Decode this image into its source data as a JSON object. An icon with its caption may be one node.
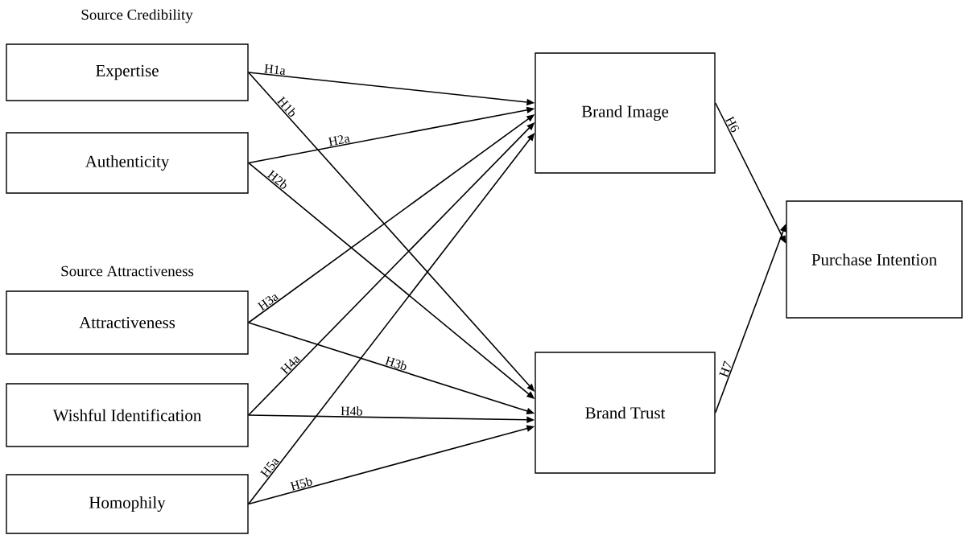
{
  "diagram": {
    "nodes": [
      {
        "text": [
          "Expertise"
        ]
      },
      {
        "text": [
          "Authenticity"
        ]
      },
      {
        "text": [
          "Attractiveness"
        ]
      },
      {
        "text": [
          "Wishful Identification"
        ]
      },
      {
        "text": [
          "Homophily"
        ]
      },
      {
        "text": [
          "Brand Image"
        ]
      },
      {
        "text": [
          "Brand Trust"
        ]
      },
      {
        "text": [
          "Purchase Intention"
        ]
      }
    ],
    "edges": [
      {
        "from": 0,
        "to": 5,
        "arrow": "to",
        "label": "H1a"
      },
      {
        "from": 0,
        "to": 6,
        "arrow": "to",
        "label": "H1b"
      },
      {
        "from": 1,
        "to": 5,
        "arrow": "to",
        "label": "H2a"
      },
      {
        "from": 1,
        "to": 6,
        "arrow": "to",
        "label": "H2b"
      },
      {
        "from": 2,
        "to": 5,
        "arrow": "to",
        "label": "H3a"
      },
      {
        "from": 2,
        "to": 6,
        "arrow": "to",
        "label": "H3b"
      },
      {
        "from": 3,
        "to": 5,
        "arrow": "to",
        "label": "H4a"
      },
      {
        "from": 3,
        "to": 6,
        "arrow": "to",
        "label": "H4b"
      },
      {
        "from": 4,
        "to": 5,
        "arrow": "to",
        "label": "H5a"
      },
      {
        "from": 4,
        "to": 6,
        "arrow": "to",
        "label": "H5b"
      },
      {
        "from": 5,
        "to": 7,
        "arrow": "to",
        "label": "H6"
      },
      {
        "from": 6,
        "to": 7,
        "arrow": "to",
        "label": "H7"
      }
    ],
    "labels": [
      "Source Credibility",
      "Source Attractiveness"
    ]
  }
}
